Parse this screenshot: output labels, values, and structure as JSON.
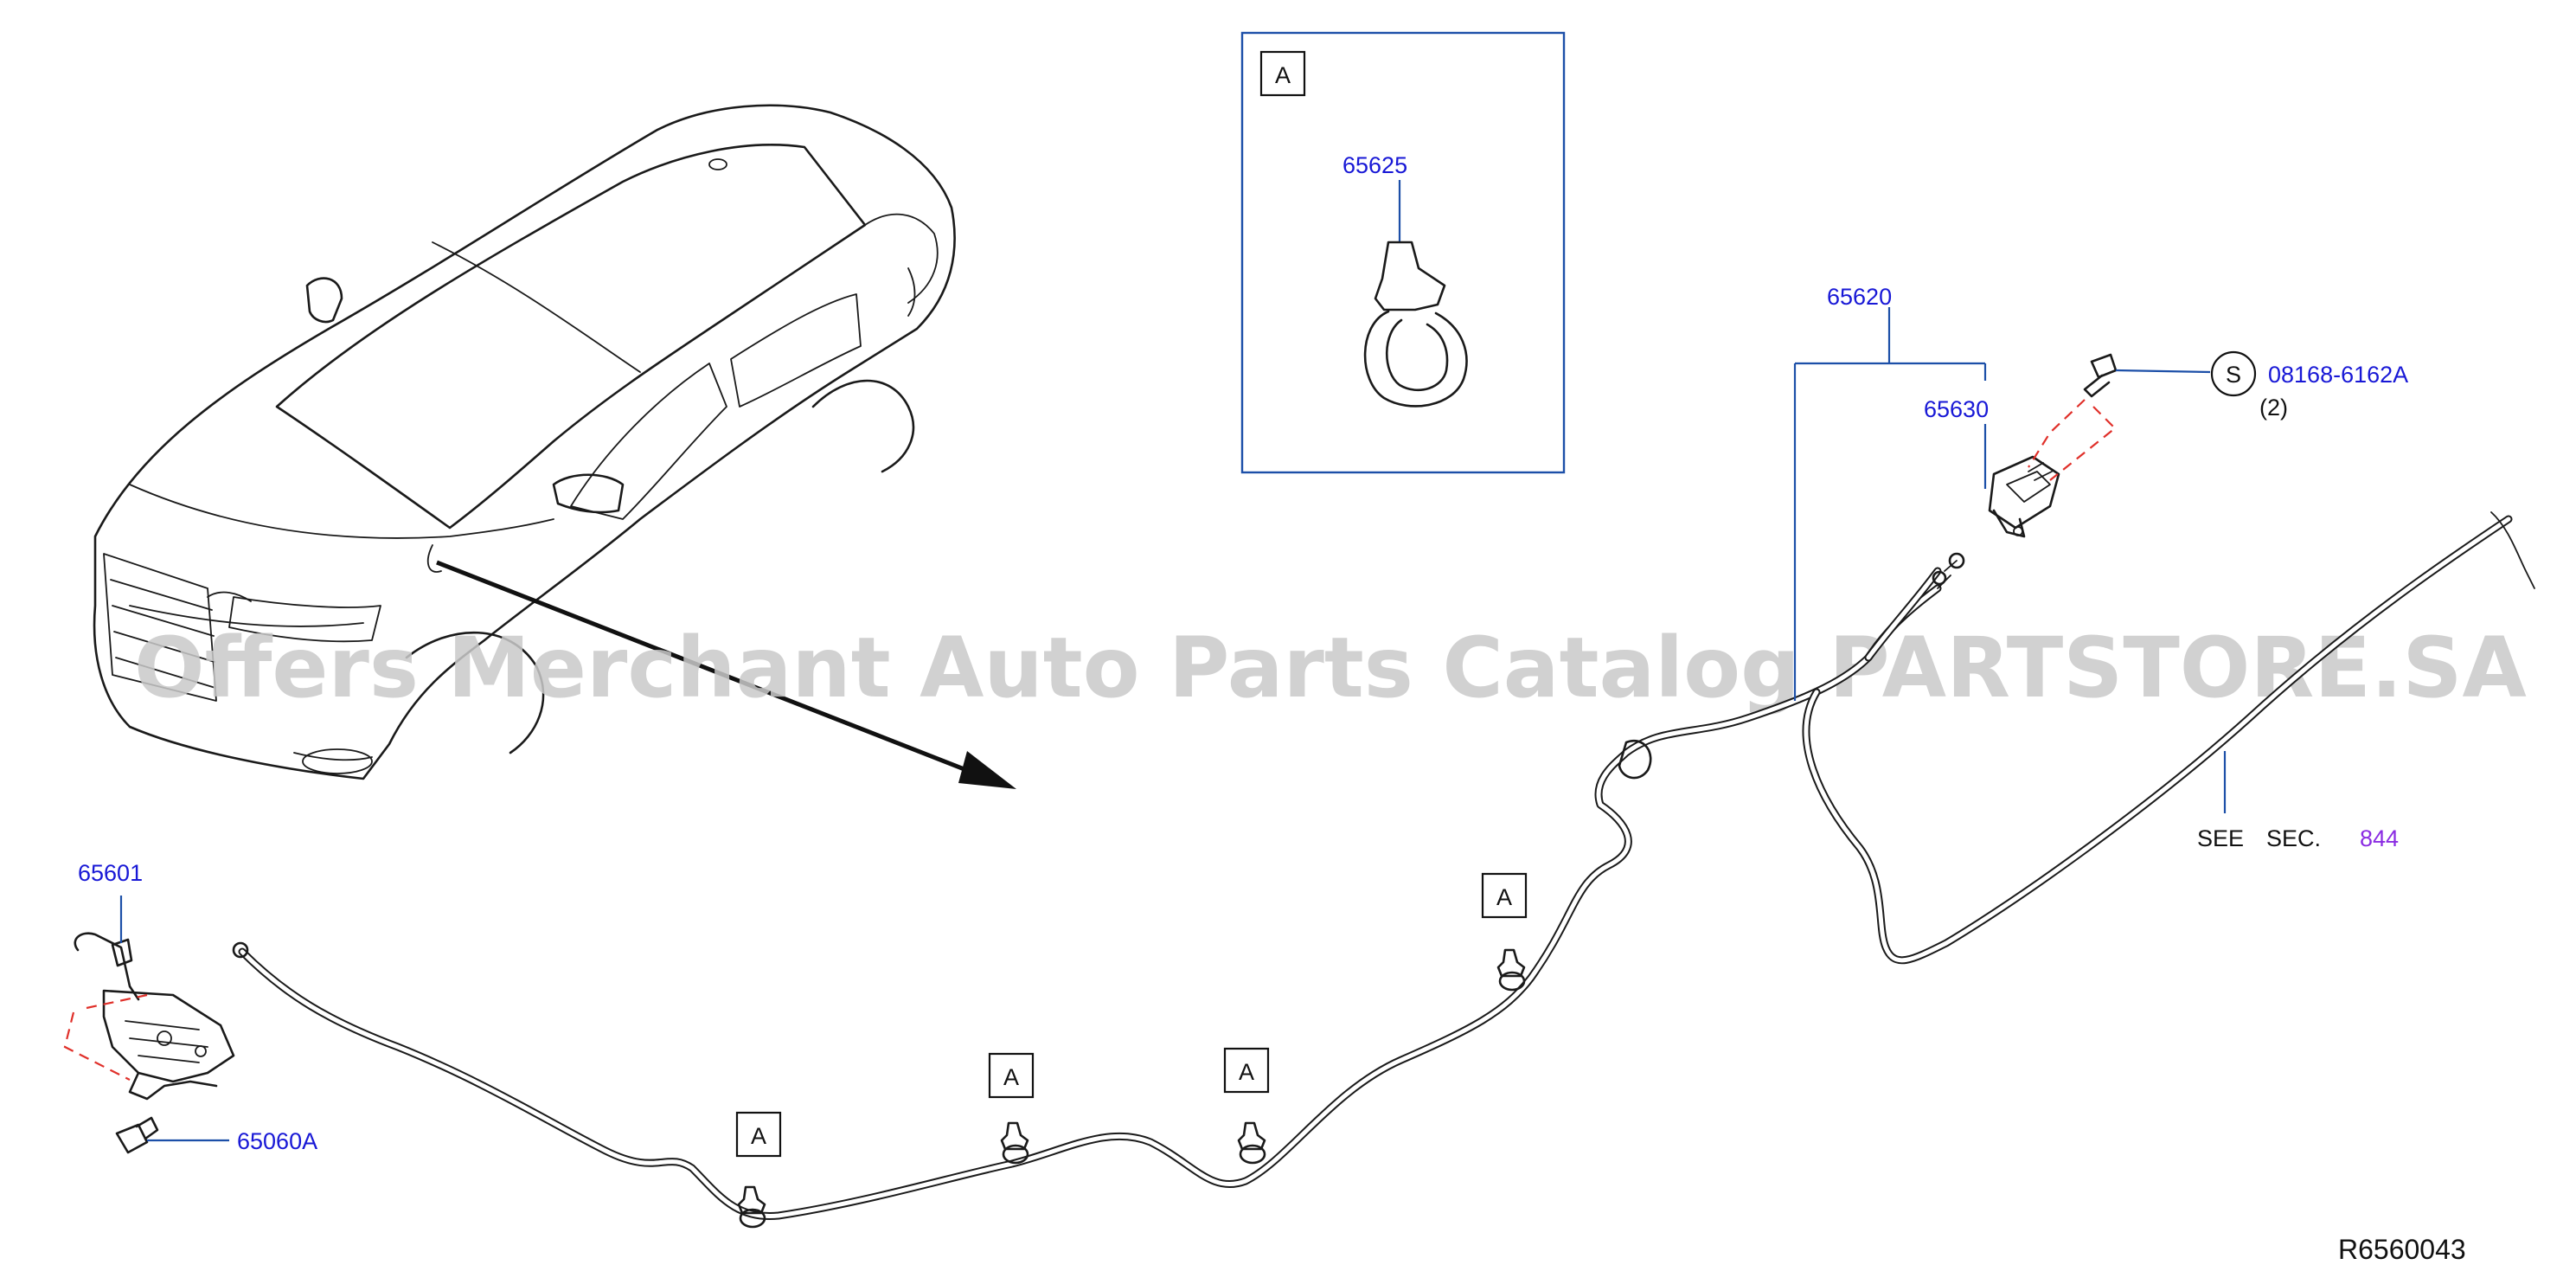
{
  "diagram": {
    "watermark": "Offers Merchant Auto Parts Catalog PARTSTORE.SA",
    "diagram_code": "R6560043",
    "inset_tag": "A",
    "view_tag": "A",
    "fastener_symbol": "S",
    "parts": {
      "clip": "65625",
      "cable_assembly": "65620",
      "hood_lock_control": "65630",
      "bolt_ref": "08168-6162A",
      "bolt_qty": "(2)",
      "hood_lock": "65601",
      "lock_bolt": "65060A"
    },
    "reference": {
      "see": "SEE",
      "sec": "SEC.",
      "section": "844"
    }
  }
}
